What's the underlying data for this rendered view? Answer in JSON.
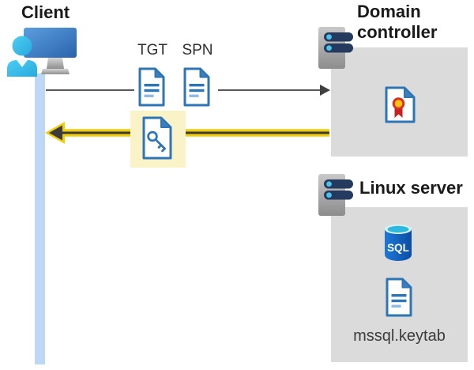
{
  "client": {
    "title": "Client"
  },
  "tickets": {
    "tgt_label": "TGT",
    "spn_label": "SPN"
  },
  "domain_controller": {
    "title_line1": "Domain",
    "title_line2": "controller"
  },
  "linux_server": {
    "title": "Linux server",
    "sql_icon_label": "SQL",
    "keytab_file_label": "mssql.keytab"
  },
  "colors": {
    "document_blue": "#2E75B6",
    "document_fold_blue": "#3D7EBF",
    "document_line_light_blue": "#8FB9E8",
    "highlight_yellow": "#F2CD0A",
    "highlight_box_yellow": "#FAF3C8",
    "lifeline_blue": "#BDD7F5",
    "panel_gray": "#DBDBDB",
    "server_bar_navy": "#243A5E",
    "server_led_blue": "#4DC3E8",
    "certificate_gold": "#FFC20E",
    "certificate_red": "#C5221F",
    "request_arrow_gray": "#58595B",
    "response_arrow_dark": "#3C3C3C",
    "sql_cylinder_blue": "#0C4DA4",
    "sql_top_cyan": "#2DB8DC",
    "person_cyan": "#3EC3EE",
    "title_text": "#1A1A1A"
  }
}
